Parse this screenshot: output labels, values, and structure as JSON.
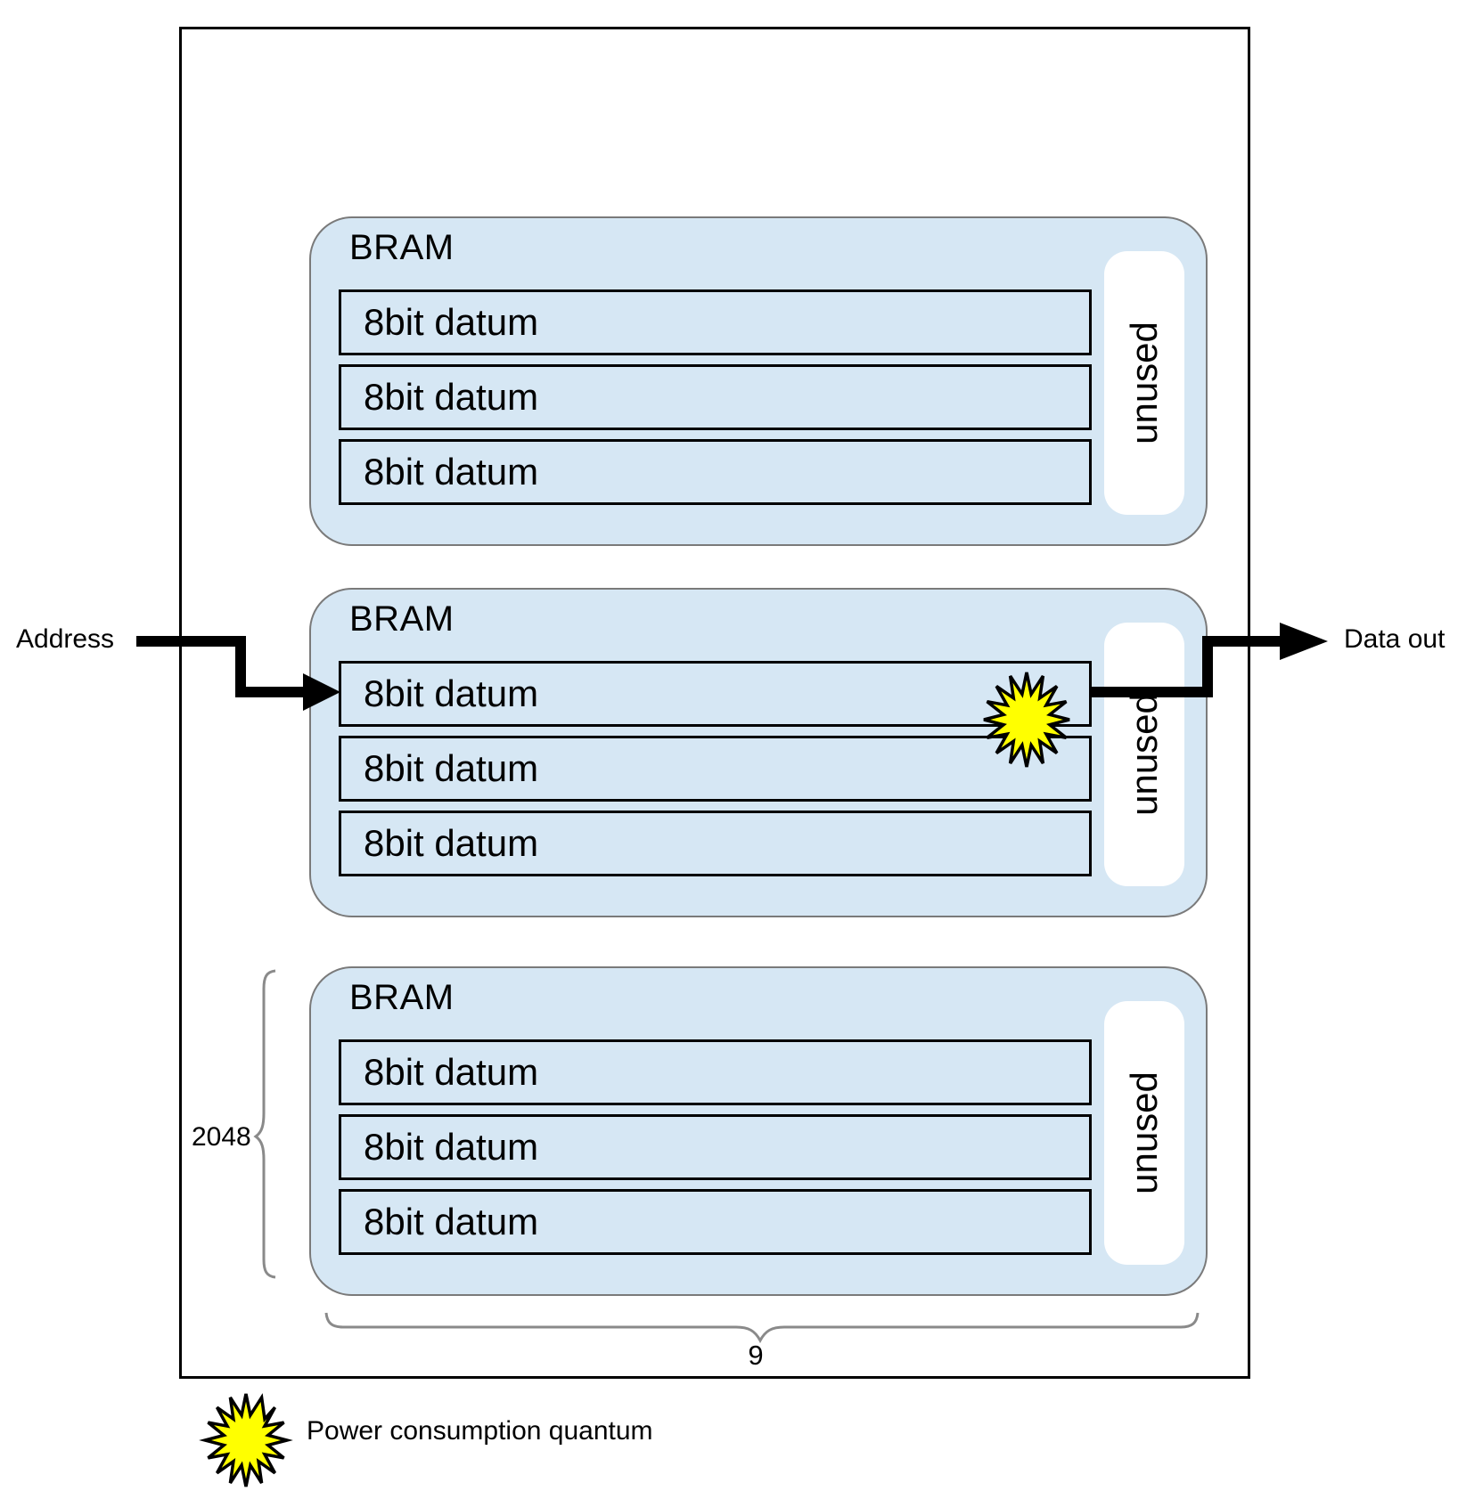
{
  "brams": [
    {
      "title": "BRAM",
      "rows": [
        "8bit datum",
        "8bit datum",
        "8bit datum"
      ],
      "side_label": "unused"
    },
    {
      "title": "BRAM",
      "rows": [
        "8bit datum",
        "8bit datum",
        "8bit datum"
      ],
      "side_label": "unused"
    },
    {
      "title": "BRAM",
      "rows": [
        "8bit datum",
        "8bit datum",
        "8bit datum"
      ],
      "side_label": "unused"
    }
  ],
  "annotations": {
    "address_label": "Address",
    "data_out_label": "Data out",
    "bram_depth_label": "2048",
    "bram_count_label": "9"
  },
  "legend": {
    "label": "Power consumption quantum"
  },
  "colors": {
    "bram_fill": "#d6e7f4",
    "unused_strip_fill": "#ffffff",
    "starburst_fill": "#ffff00",
    "line_color": "#000000",
    "brace_color": "#8a8a8a"
  }
}
